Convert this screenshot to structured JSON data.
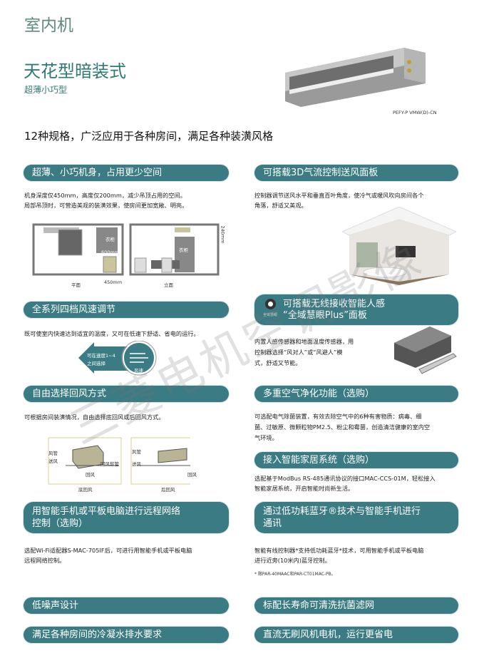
{
  "header": {
    "category": "室内机",
    "title": "天花型暗装式",
    "subtitle": "超薄小巧型",
    "model": "PEFY-P VMW(D)-CN",
    "tagline": "12种规格，广泛应用于各种房间，满足各种装潢风格"
  },
  "features": {
    "slim": {
      "title": "超薄、小巧机身，占用更少空间",
      "line1": "机身深度仅450mm，高度仅200mm，减少吊顶占用的空间。",
      "line2": "局部吊顶时，可营造美观的装潢效果，使房间更加宽敞、明亮。",
      "labels": {
        "wardrobe": "衣柜",
        "w600": "600mm",
        "d450": "450mm",
        "h240": "240mm",
        "plan": "平面",
        "elevation": "立面"
      }
    },
    "panel3d": {
      "title": "可搭载3D气流控制送风面板",
      "line1": "控制器调节送风水平和垂直百叶角度，使冷气或暖风吹向房间各个",
      "line2": "角落，舒适又美观。"
    },
    "fanspeed": {
      "title": "全系列四档风速调节",
      "text": "既可使室内快速达到适宜的温度，又可在低速下舒适、省电的运行。",
      "arrow_line1": "可在速度1~4",
      "arrow_line2": "之间选择",
      "circle_label": "风速"
    },
    "sensor": {
      "title_line1": "可搭载无线接收智能人感",
      "title_line2": "“全域慧眼Plus”面板",
      "logo_text": "全域慧眼",
      "line1": "内置人感传感器和地面温度传感器，用",
      "line2": "控制器选择“风对人”或“风避人”模",
      "line3": "式，舒适又节能。"
    },
    "return": {
      "title": "自由选择回风方式",
      "text": "可根据房间装潢情况，自由选择底回风或后回风方式。",
      "duct": "风管",
      "supply": "送风",
      "return_air": "回风",
      "flex": "回风软管",
      "bottom": "底回风",
      "rear": "后回风"
    },
    "purify": {
      "title": "多重空气净化功能（选购）",
      "line1": "可选配电气除菌装置，有效去除空气中的6种有害物质：病毒、细",
      "line2": "菌、过敏原、微颗粒物PM2.5、粉尘和霉菌，创造清洁健康的室内空",
      "line3": "气环境。"
    },
    "smarthome": {
      "title": "接入智能家居系统（选购）",
      "line1": "选配基于ModBus RS-485通讯协议的接口MAC-CCS-01M，轻松接入",
      "line2": "智能家居系统，开启智能时尚新生活。"
    },
    "remote": {
      "title_line1": "用智能手机或平板电脑进行远程网络",
      "title_line2": "控制（选购）",
      "line1": "选配Wi-Fi适配器S-MAC-705IF后，可进行用智能手机或平板电脑",
      "line2": "远程网络控制。"
    },
    "bluetooth": {
      "title_line1": "通过低功耗蓝牙®技术与智能手机进行",
      "title_line2": "通讯",
      "line1": "智能有线控制器*支持低功耗蓝牙*技术，可用智能手机或平板电脑",
      "line2": "进行近旁(10米内)蓝牙控制。",
      "note": "* 限PAR-40MAAC和PAR-CT01MAC-PB。"
    },
    "bottom": [
      "低噪声设计",
      "标配长寿命可清洗抗菌滤网",
      "满足各种房间的冷凝水排水要求",
      "直流无刷风机电机，运行更省电"
    ]
  },
  "watermark": "三菱电机空调影像",
  "colors": {
    "pill": "#3b7b83",
    "title": "#2f7a74",
    "category": "#5f8a80"
  }
}
